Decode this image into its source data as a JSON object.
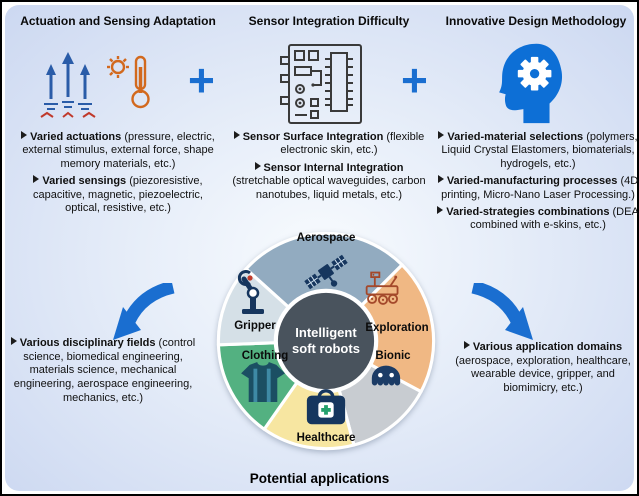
{
  "palette": {
    "accent": "#1A6ED0"
  },
  "figure": {
    "plus": "+",
    "footer": "Potential applications"
  },
  "columns": [
    {
      "title": "Actuation and Sensing Adaptation",
      "icons": [
        "actuation-arrows-icon",
        "sun-thermometer-icon"
      ],
      "items": [
        {
          "title": "Varied actuations",
          "detail": "(pressure, electric, external stimulus, external force, shape memory materials, etc.)"
        },
        {
          "title": "Varied sensings",
          "detail": "(piezoresistive, capacitive, magnetic, piezoelectric, optical, resistive, etc.)"
        }
      ]
    },
    {
      "title": "Sensor Integration Difficulty",
      "icons": [
        "circuit-board-icon"
      ],
      "items": [
        {
          "title": "Sensor Surface Integration",
          "detail": "(flexible electronic skin, etc.)"
        },
        {
          "title": "Sensor Internal Integration",
          "detail": "(stretchable optical waveguides, carbon nanotubes, liquid metals, etc.)"
        }
      ]
    },
    {
      "title": "Innovative Design Methodology",
      "icons": [
        "head-gear-icon"
      ],
      "items": [
        {
          "title": "Varied-material selections",
          "detail": "(polymers, Liquid Crystal Elastomers, biomaterials, hydrogels, etc.)"
        },
        {
          "title": "Varied-manufacturing processes",
          "detail": "(4D printing, Micro-Nano Laser Processing.)"
        },
        {
          "title": "Varied-strategies combinations",
          "detail": "(DEA combined with e-skins, etc.)"
        }
      ]
    }
  ],
  "left_note": {
    "title": "Various disciplinary fields",
    "detail": "(control science, biomedical engineering, materials science, mechanical engineering, aerospace engineering, mechanics, etc.)"
  },
  "right_note": {
    "title": "Various application domains",
    "detail": "(aerospace, exploration, healthcare, wearable device, gripper, and biomimicry, etc.)"
  },
  "wheel": {
    "center_label": "Intelligent soft robots",
    "center_color": "#49535D",
    "segments": [
      {
        "label": "Aerospace",
        "color": "#92ABC0",
        "icon": "satellite-icon"
      },
      {
        "label": "Exploration",
        "color": "#F0B884",
        "icon": "rover-icon"
      },
      {
        "label": "Bionic",
        "color": "#C8CCD1",
        "icon": "octopus-icon"
      },
      {
        "label": "Healthcare",
        "color": "#F7E6A1",
        "icon": "first-aid-kit-icon"
      },
      {
        "label": "Clothing",
        "color": "#53B181",
        "icon": "shirt-icon"
      },
      {
        "label": "Gripper",
        "color": "#D5E0E7",
        "icon": "gripper-arm-icon"
      }
    ]
  }
}
